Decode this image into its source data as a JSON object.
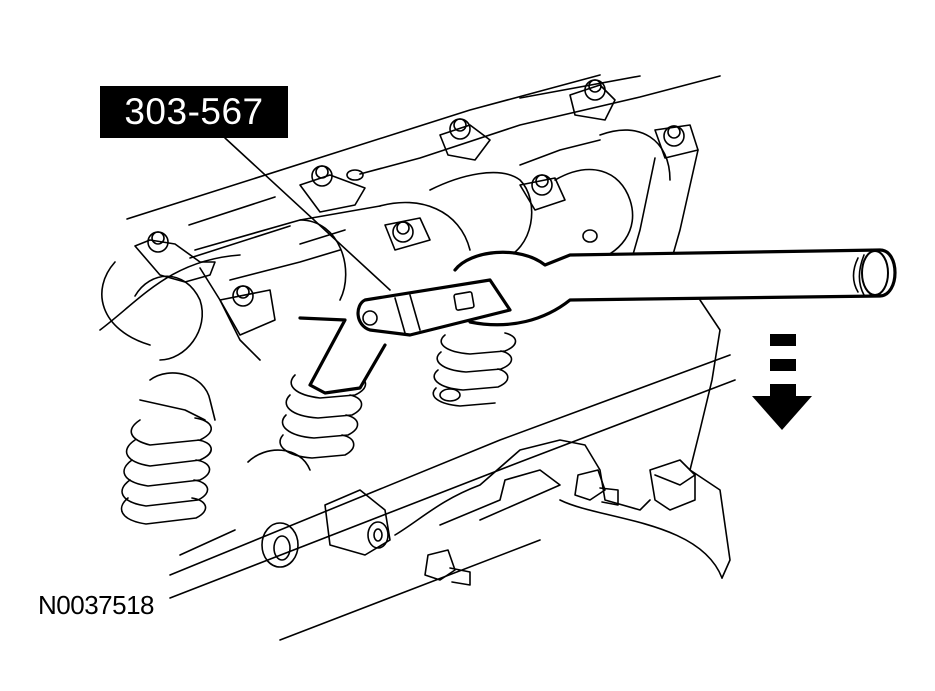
{
  "figure": {
    "type": "service-manual line illustration",
    "subject": "Cylinder head camshaft and valve springs with special tool applied",
    "callout": {
      "label": "303-567",
      "style": "white text on black box",
      "leader_points_to": "valve spring compressor tool on rocker/follower"
    },
    "figure_id": "N0037518",
    "direction_indicator": {
      "icon": "arrow-down-dashed-icon",
      "meaning": "press handle downward",
      "color": "#000000"
    },
    "components": [
      "cylinder head",
      "camshaft",
      "camshaft bearing caps",
      "cap bolts",
      "valve springs",
      "special tool 303-567 (lever)",
      "lever handle"
    ]
  },
  "colors": {
    "background": "#ffffff",
    "line": "#000000",
    "callout_bg": "#000000",
    "callout_text": "#ffffff"
  }
}
